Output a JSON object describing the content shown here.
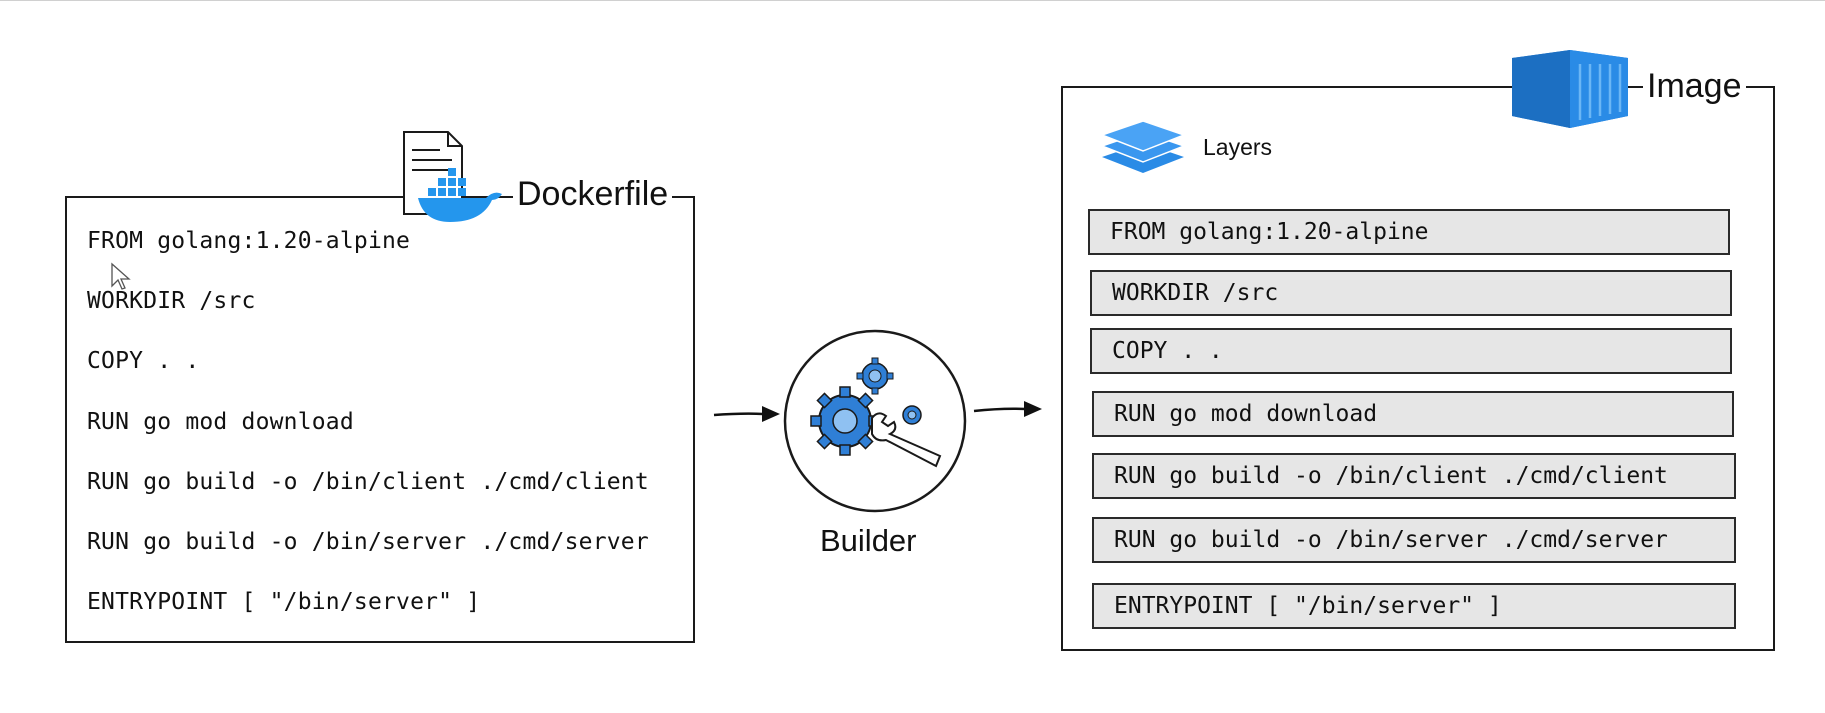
{
  "dockerfile": {
    "title": "Dockerfile",
    "lines": [
      "FROM golang:1.20-alpine",
      "WORKDIR /src",
      "COPY . .",
      "RUN go mod download",
      "RUN go build -o /bin/client ./cmd/client",
      "RUN go build -o /bin/server ./cmd/server",
      "ENTRYPOINT [ \"/bin/server\" ]"
    ]
  },
  "builder": {
    "label": "Builder"
  },
  "image": {
    "title": "Image",
    "layers_label": "Layers",
    "layers": [
      "FROM golang:1.20-alpine",
      "WORKDIR /src",
      "COPY . .",
      "RUN go mod download",
      "RUN go build -o /bin/client ./cmd/client",
      "RUN go build -o /bin/server ./cmd/server",
      "ENTRYPOINT [ \"/bin/server\" ]"
    ]
  },
  "colors": {
    "docker_blue": "#2496ed",
    "layer_fill": "#e6e6e6",
    "stroke": "#1a1a1a"
  },
  "icons": [
    "document-icon",
    "docker-whale-icon",
    "gears-icon",
    "arrow-right-icon",
    "container-icon",
    "layers-icon"
  ]
}
